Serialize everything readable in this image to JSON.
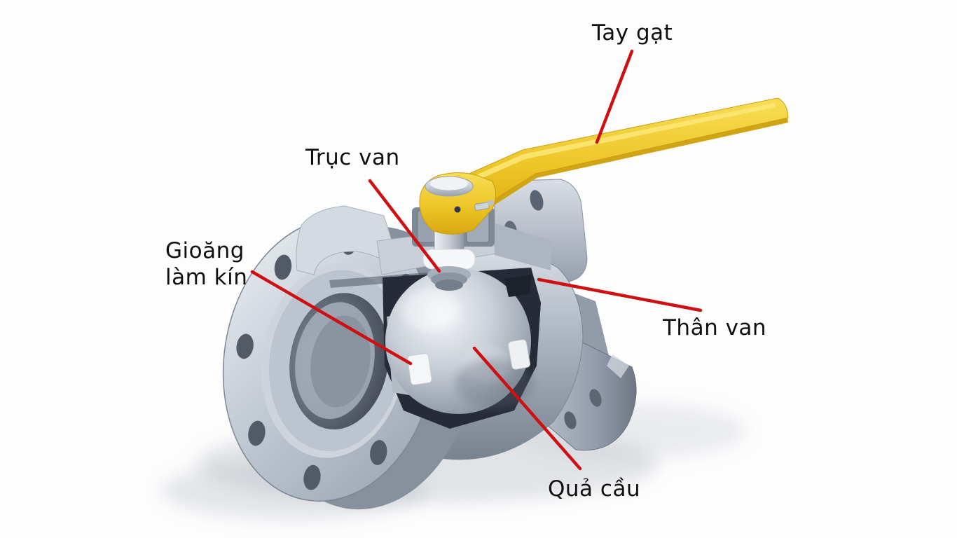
{
  "page": {
    "background": "#fdfdfe"
  },
  "diagram": {
    "subject": "ball-valve-cutaway-diagram",
    "leader_color": "#ce1013",
    "label_color": "#0f0f0f",
    "illustration_colors": {
      "handle_yellow": "#eec62e",
      "metal_light": "#e3e8ee",
      "metal_mid": "#aab3c0",
      "metal_dark": "#6f7884",
      "seat_white": "#f4f6f8",
      "cavity_dark": "#262c37"
    },
    "labels": [
      {
        "id": "tay-gat",
        "lines": [
          "Tay gạt"
        ]
      },
      {
        "id": "truc-van",
        "lines": [
          "Trục van"
        ]
      },
      {
        "id": "gioang-lam-kin",
        "lines": [
          "Gioăng",
          "làm kín"
        ]
      },
      {
        "id": "than-van",
        "lines": [
          "Thân van"
        ]
      },
      {
        "id": "qua-cau",
        "lines": [
          "Quả cầu"
        ]
      }
    ]
  }
}
